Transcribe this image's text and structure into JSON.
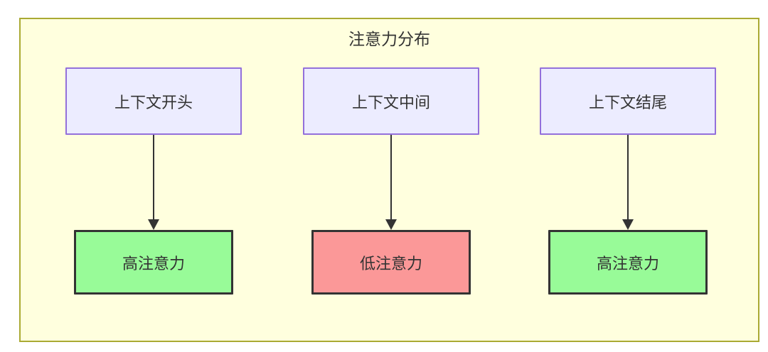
{
  "diagram": {
    "title": "注意力分布",
    "top_nodes": [
      {
        "label": "上下文开头"
      },
      {
        "label": "上下文中间"
      },
      {
        "label": "上下文结尾"
      }
    ],
    "bottom_nodes": [
      {
        "label": "高注意力",
        "level": "high"
      },
      {
        "label": "低注意力",
        "level": "low"
      },
      {
        "label": "高注意力",
        "level": "high"
      }
    ],
    "edges": [
      {
        "from": "上下文开头",
        "to": "高注意力"
      },
      {
        "from": "上下文中间",
        "to": "低注意力"
      },
      {
        "from": "上下文结尾",
        "to": "高注意力"
      }
    ],
    "colors": {
      "canvas_background": "#FFFFFF",
      "container_fill": "#FFFFDE",
      "container_border": "#AAAA33",
      "context_node_fill": "#ECECFF",
      "context_node_border": "#9370DB",
      "high_attention_fill": "#98FB98",
      "low_attention_fill": "#FB9898",
      "attention_node_border": "#333333",
      "arrow": "#333333",
      "text": "#333333"
    }
  }
}
